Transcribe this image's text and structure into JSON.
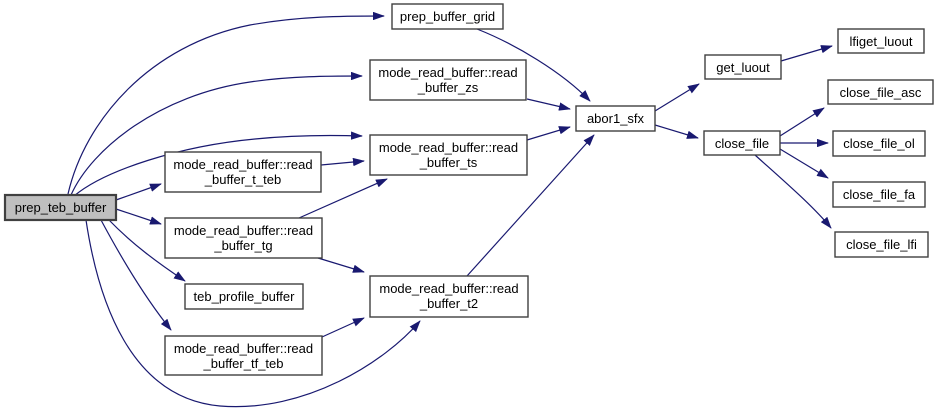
{
  "graph": {
    "kind": "doxygen-call-graph",
    "colors": {
      "background": "#ffffff",
      "edge": "#191970",
      "node_border": "#404040",
      "node_fill": "#ffffff",
      "highlight_fill": "#bfbfbf",
      "text": "#000000"
    },
    "nodes": [
      {
        "id": "prep_teb_buffer",
        "label": "prep_teb_buffer",
        "lines": [
          "prep_teb_buffer"
        ],
        "highlighted": true
      },
      {
        "id": "prep_buffer_grid",
        "label": "prep_buffer_grid",
        "lines": [
          "prep_buffer_grid"
        ],
        "highlighted": false
      },
      {
        "id": "read_buffer_zs",
        "label": "mode_read_buffer::read_buffer_zs",
        "lines": [
          "mode_read_buffer::read",
          "_buffer_zs"
        ],
        "highlighted": false
      },
      {
        "id": "read_buffer_ts",
        "label": "mode_read_buffer::read_buffer_ts",
        "lines": [
          "mode_read_buffer::read",
          "_buffer_ts"
        ],
        "highlighted": false
      },
      {
        "id": "read_buffer_t_teb",
        "label": "mode_read_buffer::read_buffer_t_teb",
        "lines": [
          "mode_read_buffer::read",
          "_buffer_t_teb"
        ],
        "highlighted": false
      },
      {
        "id": "read_buffer_tg",
        "label": "mode_read_buffer::read_buffer_tg",
        "lines": [
          "mode_read_buffer::read",
          "_buffer_tg"
        ],
        "highlighted": false
      },
      {
        "id": "teb_profile_buffer",
        "label": "teb_profile_buffer",
        "lines": [
          "teb_profile_buffer"
        ],
        "highlighted": false
      },
      {
        "id": "read_buffer_tf_teb",
        "label": "mode_read_buffer::read_buffer_tf_teb",
        "lines": [
          "mode_read_buffer::read",
          "_buffer_tf_teb"
        ],
        "highlighted": false
      },
      {
        "id": "read_buffer_t2",
        "label": "mode_read_buffer::read_buffer_t2",
        "lines": [
          "mode_read_buffer::read",
          "_buffer_t2"
        ],
        "highlighted": false
      },
      {
        "id": "abor1_sfx",
        "label": "abor1_sfx",
        "lines": [
          "abor1_sfx"
        ],
        "highlighted": false
      },
      {
        "id": "get_luout",
        "label": "get_luout",
        "lines": [
          "get_luout"
        ],
        "highlighted": false
      },
      {
        "id": "close_file",
        "label": "close_file",
        "lines": [
          "close_file"
        ],
        "highlighted": false
      },
      {
        "id": "lfiget_luout",
        "label": "lfiget_luout",
        "lines": [
          "lfiget_luout"
        ],
        "highlighted": false
      },
      {
        "id": "close_file_asc",
        "label": "close_file_asc",
        "lines": [
          "close_file_asc"
        ],
        "highlighted": false
      },
      {
        "id": "close_file_ol",
        "label": "close_file_ol",
        "lines": [
          "close_file_ol"
        ],
        "highlighted": false
      },
      {
        "id": "close_file_fa",
        "label": "close_file_fa",
        "lines": [
          "close_file_fa"
        ],
        "highlighted": false
      },
      {
        "id": "close_file_lfi",
        "label": "close_file_lfi",
        "lines": [
          "close_file_lfi"
        ],
        "highlighted": false
      }
    ],
    "edges": [
      {
        "from": "prep_teb_buffer",
        "to": "prep_buffer_grid"
      },
      {
        "from": "prep_teb_buffer",
        "to": "read_buffer_zs"
      },
      {
        "from": "prep_teb_buffer",
        "to": "read_buffer_ts"
      },
      {
        "from": "prep_teb_buffer",
        "to": "read_buffer_t_teb"
      },
      {
        "from": "prep_teb_buffer",
        "to": "read_buffer_tg"
      },
      {
        "from": "prep_teb_buffer",
        "to": "teb_profile_buffer"
      },
      {
        "from": "prep_teb_buffer",
        "to": "read_buffer_tf_teb"
      },
      {
        "from": "prep_teb_buffer",
        "to": "read_buffer_t2"
      },
      {
        "from": "read_buffer_t_teb",
        "to": "read_buffer_ts"
      },
      {
        "from": "read_buffer_tg",
        "to": "read_buffer_ts"
      },
      {
        "from": "read_buffer_tg",
        "to": "read_buffer_t2"
      },
      {
        "from": "read_buffer_tf_teb",
        "to": "read_buffer_t2"
      },
      {
        "from": "prep_buffer_grid",
        "to": "abor1_sfx"
      },
      {
        "from": "read_buffer_zs",
        "to": "abor1_sfx"
      },
      {
        "from": "read_buffer_ts",
        "to": "abor1_sfx"
      },
      {
        "from": "read_buffer_t2",
        "to": "abor1_sfx"
      },
      {
        "from": "abor1_sfx",
        "to": "get_luout"
      },
      {
        "from": "abor1_sfx",
        "to": "close_file"
      },
      {
        "from": "get_luout",
        "to": "lfiget_luout"
      },
      {
        "from": "close_file",
        "to": "close_file_asc"
      },
      {
        "from": "close_file",
        "to": "close_file_ol"
      },
      {
        "from": "close_file",
        "to": "close_file_fa"
      },
      {
        "from": "close_file",
        "to": "close_file_lfi"
      }
    ]
  }
}
